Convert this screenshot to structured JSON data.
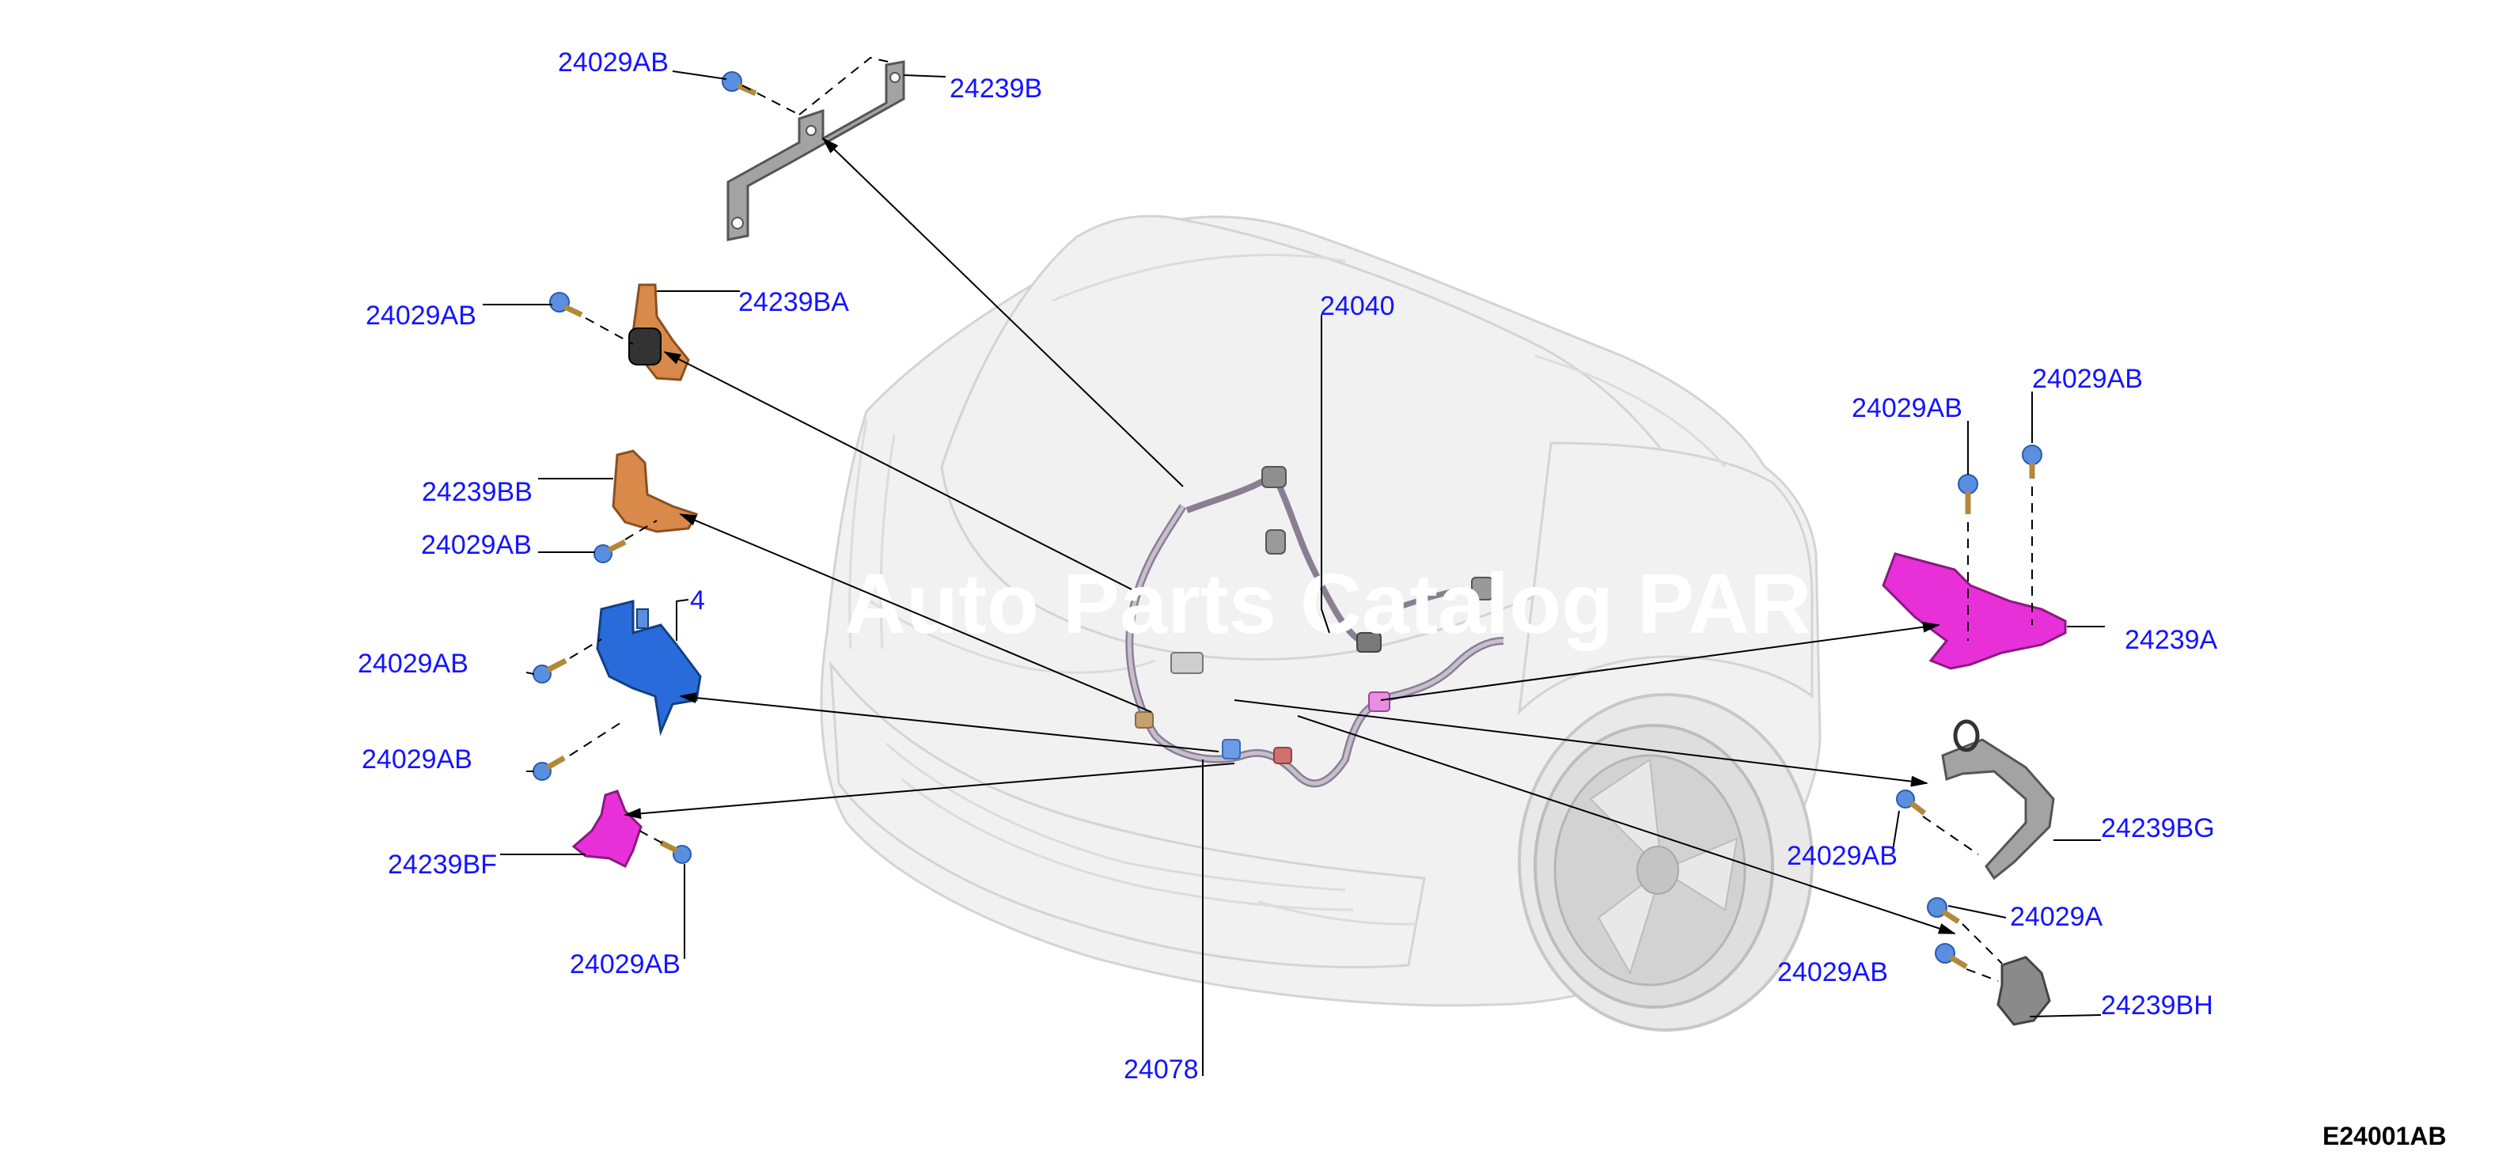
{
  "diagram_code": "E24001AB",
  "watermark": "t Auto Parts Catalog PAR    S  A",
  "labels": {
    "bolt_top": "24029AB",
    "bracket_top": "24239B",
    "bolt_ba": "24029AB",
    "bracket_ba": "24239BA",
    "harness": "24040",
    "bracket_bb": "24239BB",
    "bolt_bb": "24029AB",
    "bracket_blue": "4",
    "bolt_blue_1": "24029AB",
    "bolt_blue_2": "24029AB",
    "bracket_bf": "24239BF",
    "bolt_bf": "24029AB",
    "harness_bottom": "24078",
    "bolt_right_1": "24029AB",
    "bolt_right_2": "24029AB",
    "bracket_a": "24239A",
    "bolt_bg": "24029AB",
    "bracket_bg": "24239BG",
    "bolt_a": "24029A",
    "bolt_bh": "24029AB",
    "bracket_bh": "24239BH"
  },
  "colors": {
    "label": "#1414ff",
    "orange_bracket": "#d98a4a",
    "blue_bracket": "#2a6bdc",
    "magenta_bracket": "#e830d8",
    "gray_bracket": "#9a9a9a",
    "bolt": "#5a8fe0"
  }
}
